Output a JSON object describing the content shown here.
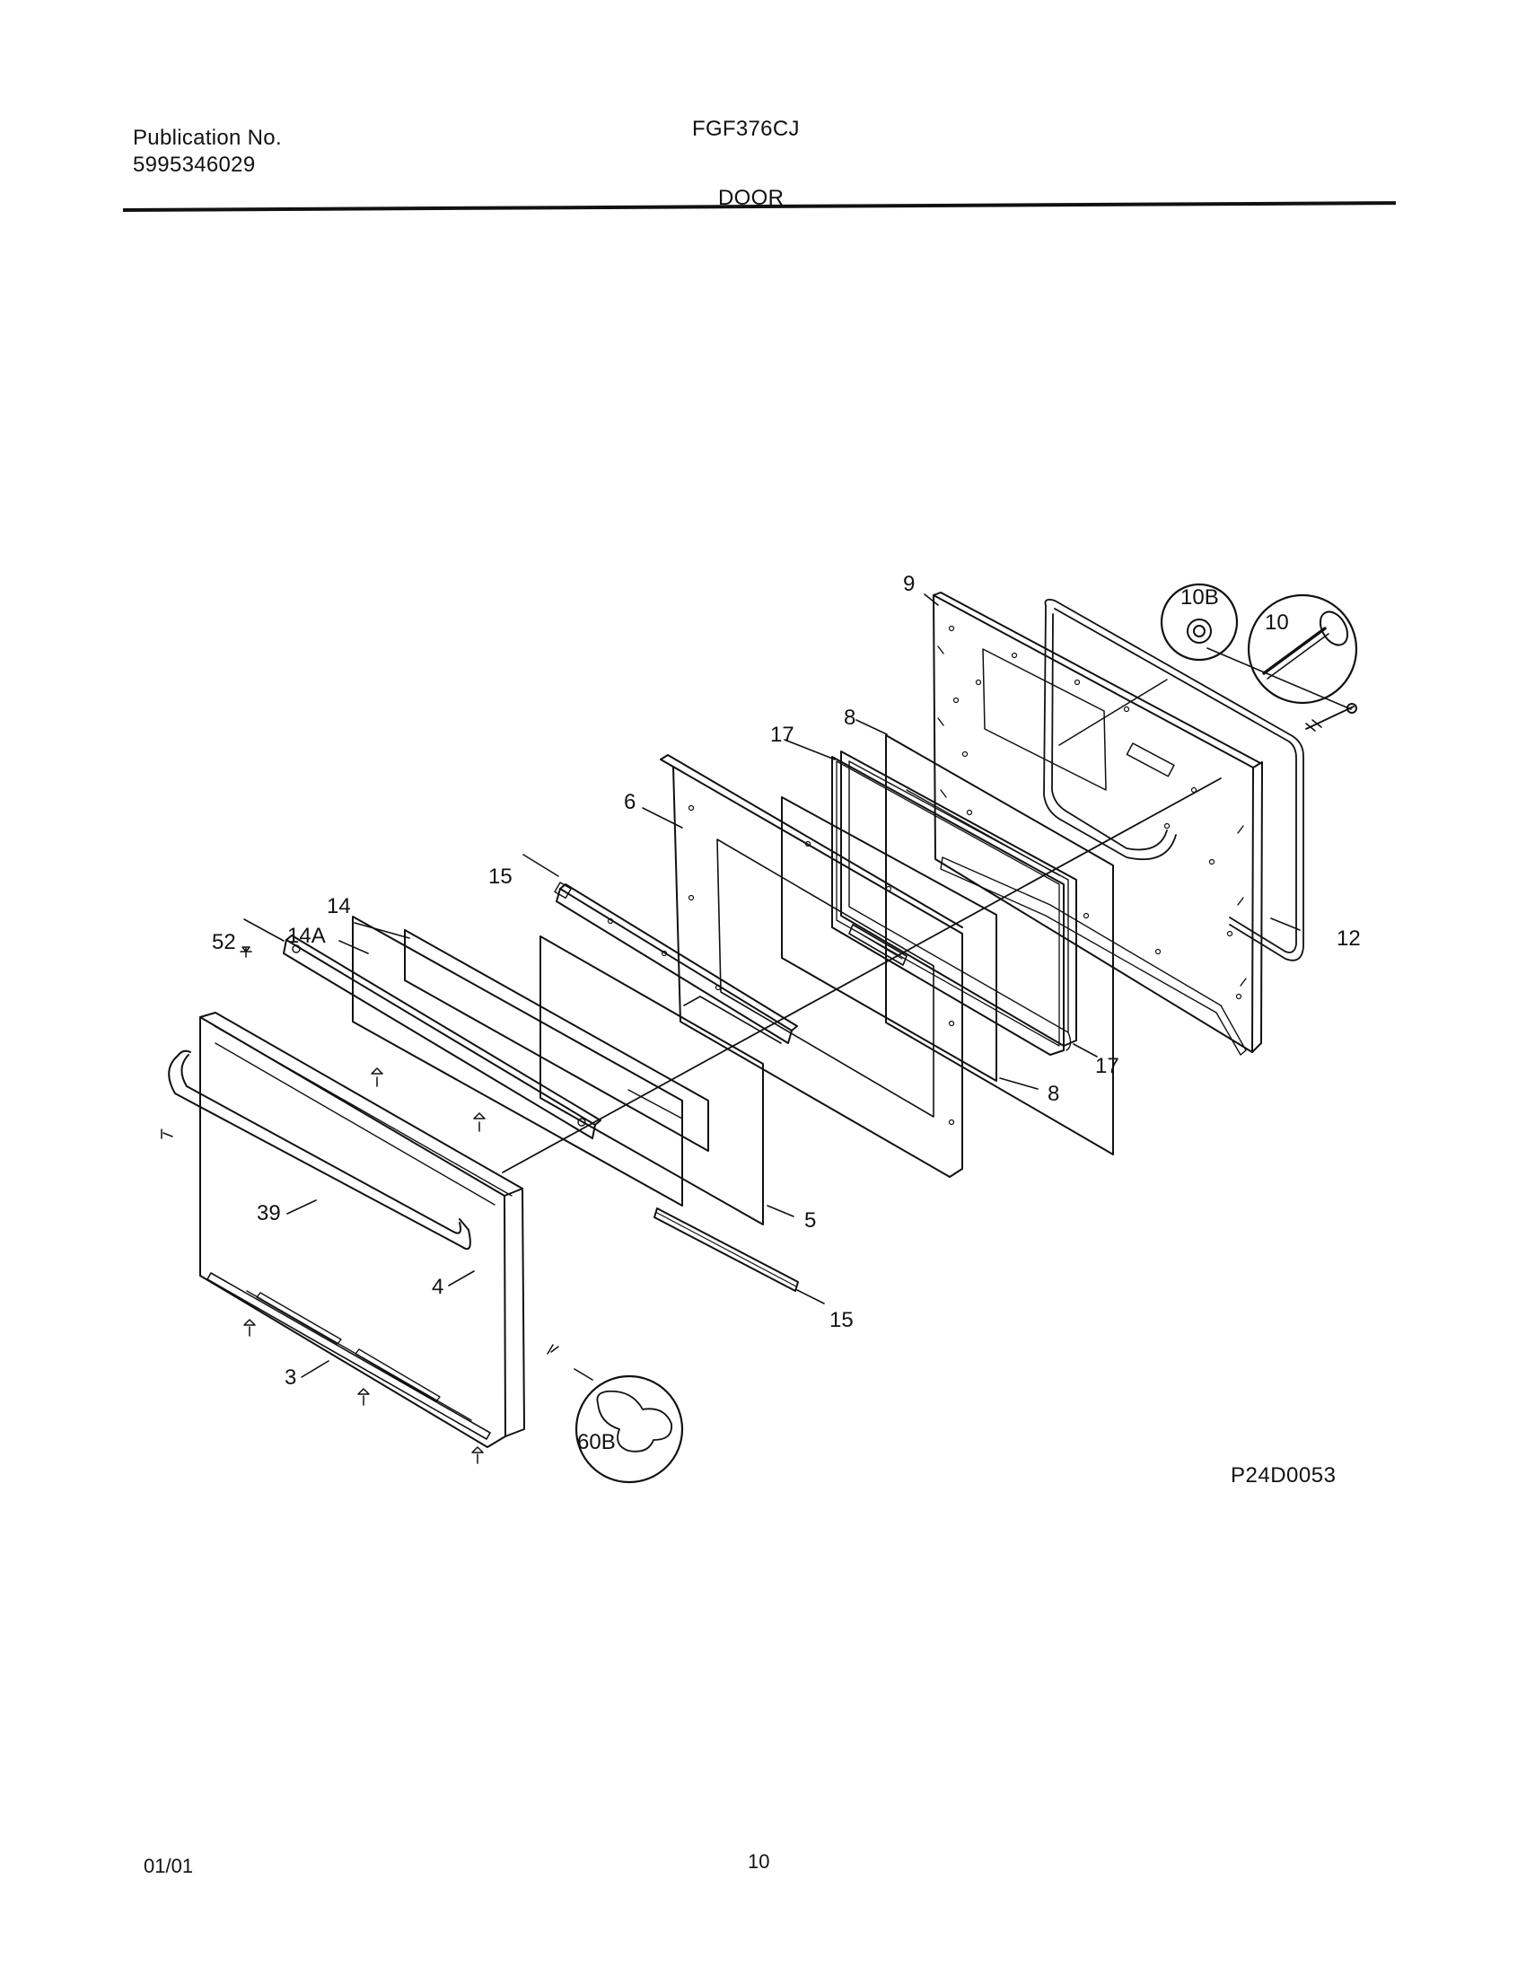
{
  "header": {
    "publication_label": "Publication No.",
    "publication_number": "5995346029",
    "model": "FGF376CJ",
    "section": "DOOR"
  },
  "diagram": {
    "callouts": {
      "c9": "9",
      "c10B": "10B",
      "c10": "10",
      "c17_top": "17",
      "c8_top": "8",
      "c6": "6",
      "c12": "12",
      "c15_top": "15",
      "c14": "14",
      "c14A": "14A",
      "c52": "52",
      "c17_bottom": "17",
      "c8_bottom": "8",
      "c39": "39",
      "c5": "5",
      "c4": "4",
      "c15_bottom": "15",
      "c3": "3",
      "c60B": "60B"
    },
    "drawing_code": "P24D0053"
  },
  "footer": {
    "date": "01/01",
    "page": "10"
  },
  "colors": {
    "ink": "#111111",
    "paper": "#ffffff"
  }
}
